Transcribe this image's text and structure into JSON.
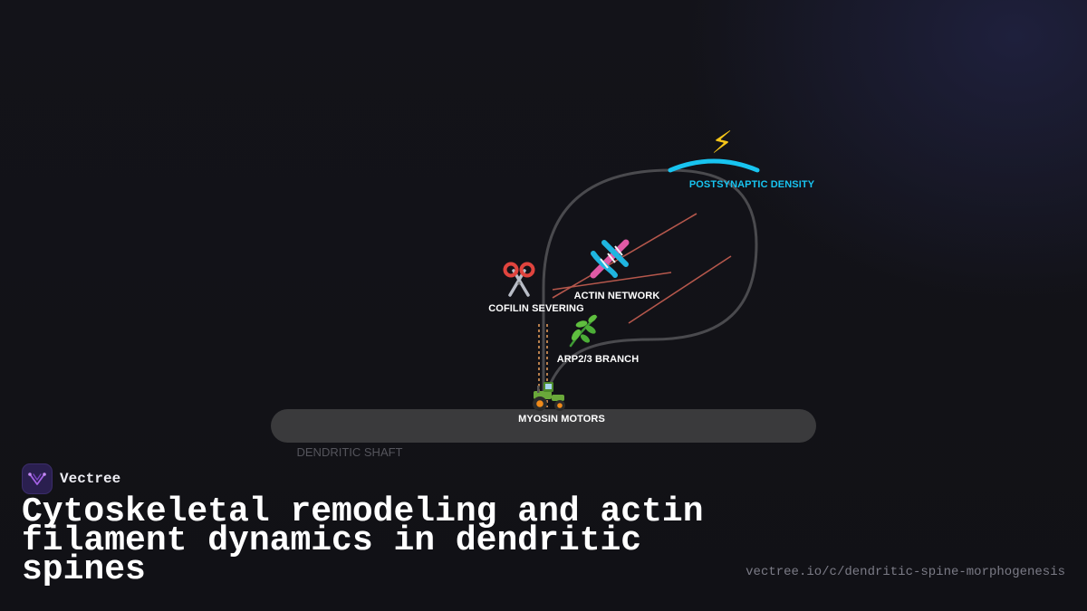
{
  "brand": {
    "name": "Vectree",
    "logo_icon": "vectree-logo-icon"
  },
  "title": "Cytoskeletal remodeling and actin filament dynamics in dendritic spines",
  "url": "vectree.io/c/dendritic-spine-morphogenesis",
  "diagram": {
    "labels": {
      "postsynaptic_density": "POSTSYNAPTIC DENSITY",
      "actin_network": "ACTIN NETWORK",
      "cofilin_severing": "COFILIN SEVERING",
      "arp23_branch": "ARP2/3 BRANCH",
      "myosin_motors": "MYOSIN MOTORS",
      "dendritic_shaft": "DENDRITIC SHAFT"
    },
    "icons": {
      "postsynaptic_density": "lightning-icon",
      "actin_network": "dna-icon",
      "cofilin_severing": "scissors-icon",
      "arp23_branch": "herb-icon",
      "myosin_motors": "tractor-icon"
    }
  },
  "colors": {
    "background": "#121218",
    "psd_accent": "#18c4f0",
    "actin_filament": "#b5574c",
    "myosin_track": "#e0995a",
    "spine_outline": "#4a4a4e",
    "shaft": "#3a3a3c",
    "brand_logo_bg": "#2a1f4f",
    "brand_logo_mark": "#a461e6"
  }
}
